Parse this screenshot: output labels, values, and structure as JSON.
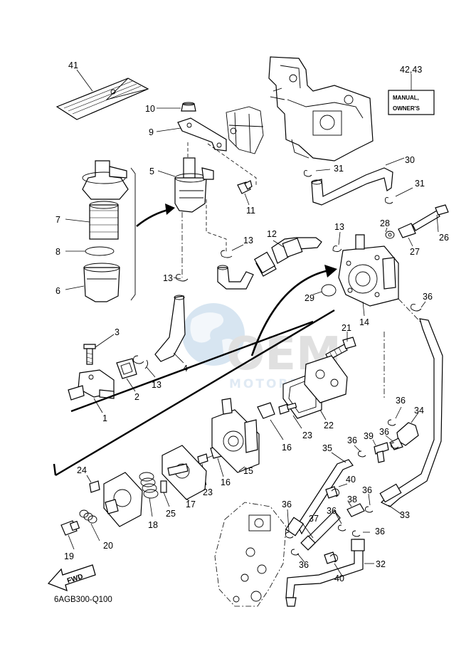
{
  "callouts": {
    "n41": "41",
    "n4243": "42,43",
    "n10": "10",
    "n9": "9",
    "n5": "5",
    "n11": "11",
    "n7": "7",
    "n8": "8",
    "n6": "6",
    "n13a": "13",
    "n13b": "13",
    "n13c": "13",
    "n13d": "13",
    "n12": "12",
    "n30": "30",
    "n31a": "31",
    "n31b": "31",
    "n28": "28",
    "n26": "26",
    "n27": "27",
    "n29": "29",
    "n14": "14",
    "n36a": "36",
    "n3": "3",
    "n4": "4",
    "n2": "2",
    "n1": "1",
    "n21": "21",
    "n22": "22",
    "n23a": "23",
    "n16a": "16",
    "n15": "15",
    "n23b": "23",
    "n16b": "16",
    "n17": "17",
    "n25": "25",
    "n18": "18",
    "n24": "24",
    "n20": "20",
    "n19": "19",
    "n34": "34",
    "n36b": "36",
    "n36c": "36",
    "n36d": "36",
    "n39": "39",
    "n35": "35",
    "n40a": "40",
    "n38": "38",
    "n36e": "36",
    "n36f": "36",
    "n33": "33",
    "n36g": "36",
    "n36h": "36",
    "n37": "37",
    "n36i": "36",
    "n32": "32",
    "n40b": "40"
  },
  "manual_box": {
    "line1": "MANUAL,",
    "line2": "OWNER'S"
  },
  "fwd_label": "FWD",
  "diagram_code": "6AGB300-Q100",
  "watermark": {
    "word": "OEM",
    "sub": "MOTORPARTS"
  }
}
